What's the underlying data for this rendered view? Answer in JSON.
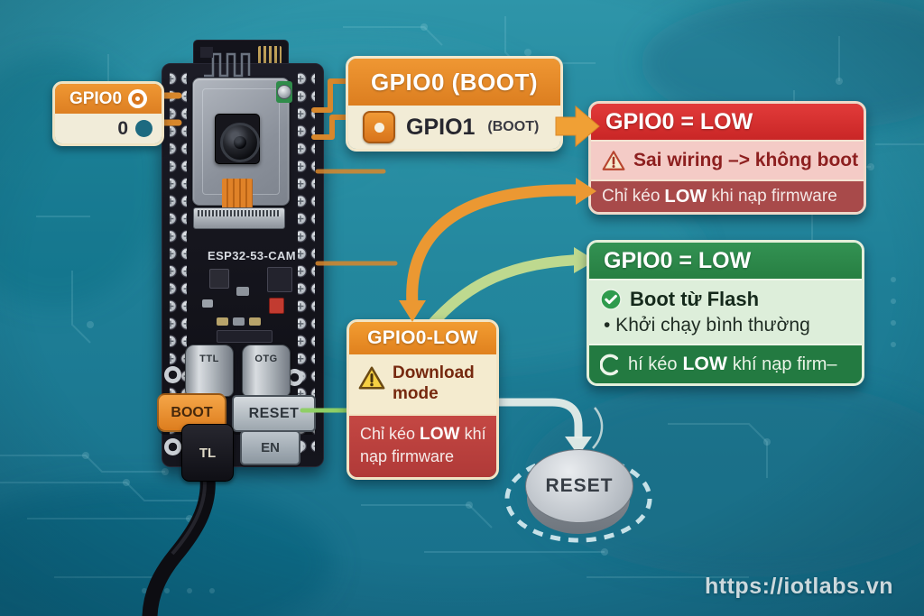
{
  "page": {
    "watermark": "https://iotlabs.vn"
  },
  "badge": {
    "label": "GPIO0",
    "value": "0"
  },
  "board": {
    "chip": "ESP32-53-CAM",
    "port_left": "TTL",
    "port_right": "OTG",
    "btn_boot": "BOOT",
    "btn_reset": "RESET",
    "btn_en": "EN",
    "btn_tl": "TL"
  },
  "box_boot": {
    "header": "GPIO0 (BOOT)",
    "pin": "GPIO1",
    "pin_mode": "(BOOT)"
  },
  "box_wrong": {
    "header": "GPIO0 = LOW",
    "warning": "Sai wiring –> không boot",
    "note_pre": "Chỉ kéo",
    "note_bold": "LOW",
    "note_post": "khi nạp firmware"
  },
  "box_ok": {
    "header": "GPIO0 = LOW",
    "line1": "Boot từ Flash",
    "line2": "• Khởi chạy bình thường",
    "note_pre": "hí kéo",
    "note_bold": "LOW",
    "note_post": "khí nạp firm–"
  },
  "box_download": {
    "header": "GPIO0-LOW",
    "warning": "Download mode",
    "note_pre": "Chỉ kéo",
    "note_bold": "LOW",
    "note_post": "khí nạp firmware"
  },
  "reset": {
    "label": "RESET"
  },
  "icons": {
    "badge_header": "ring-circle-icon",
    "badge_value": "teal-dot-icon",
    "gpio1": "pin-square-icon",
    "wrong_warning": "warning-triangle-icon",
    "ok_check": "check-circle-icon",
    "ok_note": "open-c-arc-icon",
    "download_warning": "warning-triangle-icon"
  },
  "colors": {
    "background_teal": "#1f7f99",
    "orange": "#e6832c",
    "cream": "#f2ecd6",
    "red": "#d7312f",
    "pink": "#f4cbc6",
    "dark_red": "#a84a4a",
    "green": "#2e8c4a",
    "light_green": "#ddeeda",
    "dark_green": "#237a41",
    "silver": "#c3c9cf"
  }
}
